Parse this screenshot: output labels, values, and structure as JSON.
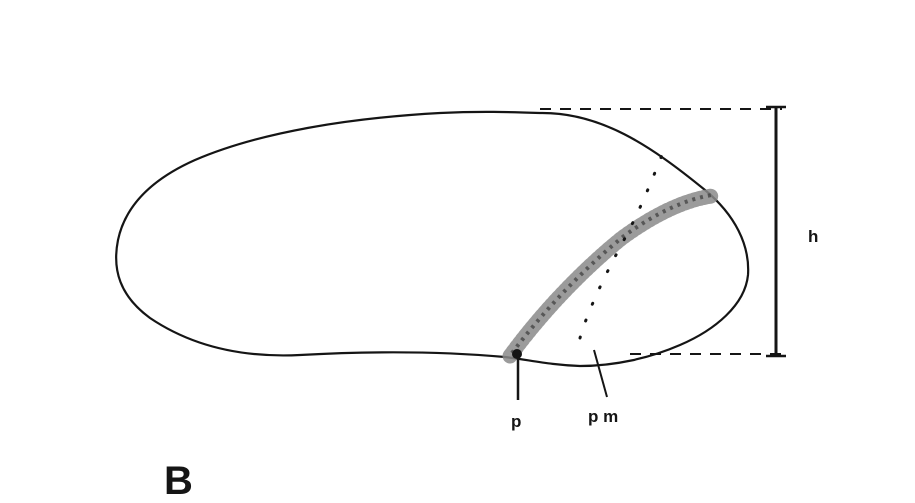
{
  "figure": {
    "panel_label": "B",
    "labels": {
      "height": "h",
      "point_p": "p",
      "point_pm": "p m"
    },
    "colors": {
      "ink": "#151515",
      "stipple": "#8a8a8a",
      "background": "#ffffff"
    }
  }
}
